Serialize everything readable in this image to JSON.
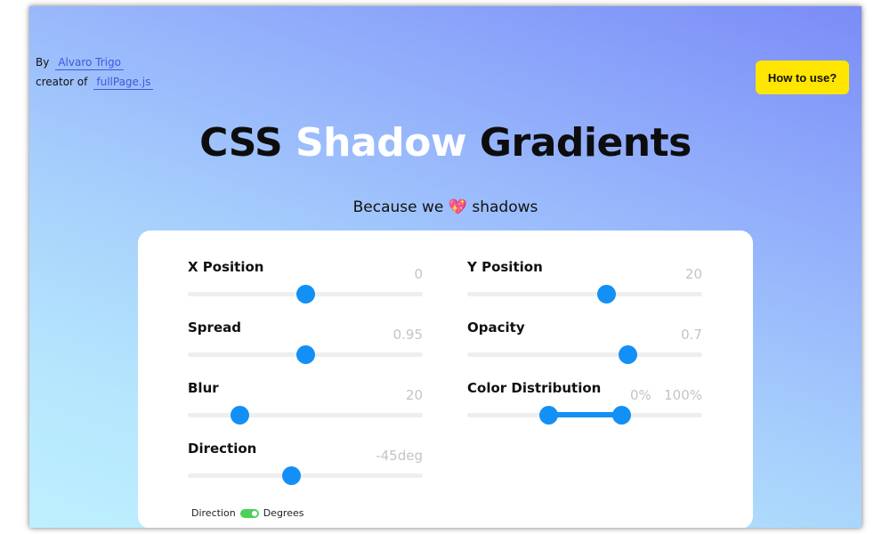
{
  "credits": {
    "by_label": "By",
    "author_link": "Alvaro Trigo",
    "creator_label": "creator of",
    "project_link": "fullPage.js"
  },
  "header": {
    "how_to_use_label": "How to use?",
    "title_part1": "CSS",
    "title_highlight": "Shadow",
    "title_part2": "Gradients",
    "subtitle_before": "Because we",
    "subtitle_icon": "sparkling-heart-icon",
    "subtitle_icon_glyph": "💖",
    "subtitle_after": "shadows"
  },
  "controls": {
    "x_position": {
      "label": "X Position",
      "value": "0"
    },
    "y_position": {
      "label": "Y Position",
      "value": "20"
    },
    "spread": {
      "label": "Spread",
      "value": "0.95"
    },
    "opacity": {
      "label": "Opacity",
      "value": "0.7"
    },
    "blur": {
      "label": "Blur",
      "value": "20"
    },
    "color_distribution": {
      "label": "Color Distribution",
      "value_start": "0%",
      "value_end": "100%"
    },
    "direction": {
      "label": "Direction",
      "value": "-45deg"
    }
  },
  "direction_toggle": {
    "left_label": "Direction",
    "right_label": "Degrees",
    "state": "on"
  },
  "colors": {
    "accent": "#1290f6",
    "button_yellow": "#ffe600",
    "toggle_green": "#4fcf5a",
    "shadow_blue": "#2d35f0",
    "shadow_green": "#70e080"
  }
}
